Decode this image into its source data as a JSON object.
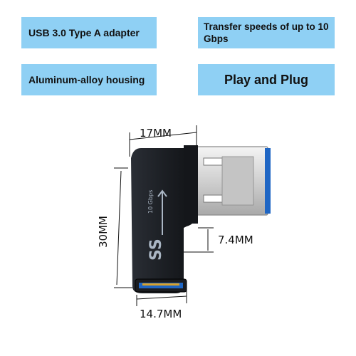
{
  "features": {
    "usb_type": "USB 3.0 Type A adapter",
    "speed": "Transfer speeds of up to 10 Gbps",
    "housing": "Aluminum-alloy housing",
    "plug": "Play and Plug"
  },
  "dimensions": {
    "width": "17MM",
    "height": "30MM",
    "thickness": "7.4MM",
    "port_width": "14.7MM"
  },
  "logo": {
    "mark": "SS",
    "speed_text": "10 Gbps"
  },
  "colors": {
    "badge": "#8fd0f4",
    "port_blue": "#1f66c4",
    "body": "#1c1f24"
  }
}
